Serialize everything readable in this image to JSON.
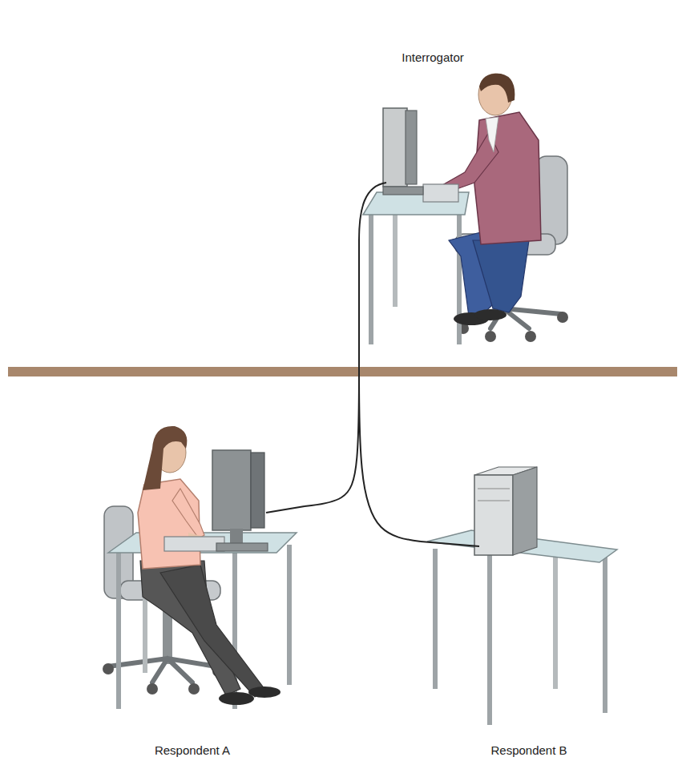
{
  "diagram": {
    "nodes": [
      {
        "text": [
          "Interrogator"
        ]
      },
      {
        "text": [
          "Respondent A"
        ]
      },
      {
        "text": [
          "Respondent B"
        ]
      }
    ],
    "edges": [
      {
        "from": 0,
        "to": 1,
        "arrow": "none"
      },
      {
        "from": 0,
        "to": 2,
        "arrow": "none"
      }
    ]
  }
}
